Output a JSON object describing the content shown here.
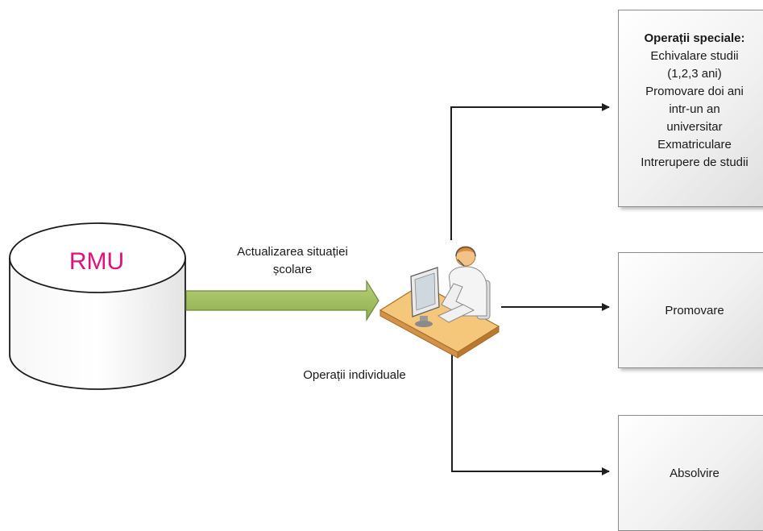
{
  "database": {
    "label": "RMU",
    "label_color": "#e0117a"
  },
  "flow_labels": {
    "update": [
      "Actualizarea situației",
      "școlare"
    ],
    "individual": "Operații individuale"
  },
  "boxes": {
    "special": {
      "title": "Operații speciale:",
      "lines": [
        "Echivalare studii",
        "(1,2,3 ani)",
        "Promovare doi ani",
        "intr-un an",
        "universitar",
        "Exmatriculare",
        "Intrerupere de studii"
      ]
    },
    "promovare": "Promovare",
    "absolvire": "Absolvire"
  },
  "colors": {
    "arrow_fill": "#9bbb59",
    "arrow_stroke": "#71893f",
    "connector": "#1f1f1f"
  }
}
